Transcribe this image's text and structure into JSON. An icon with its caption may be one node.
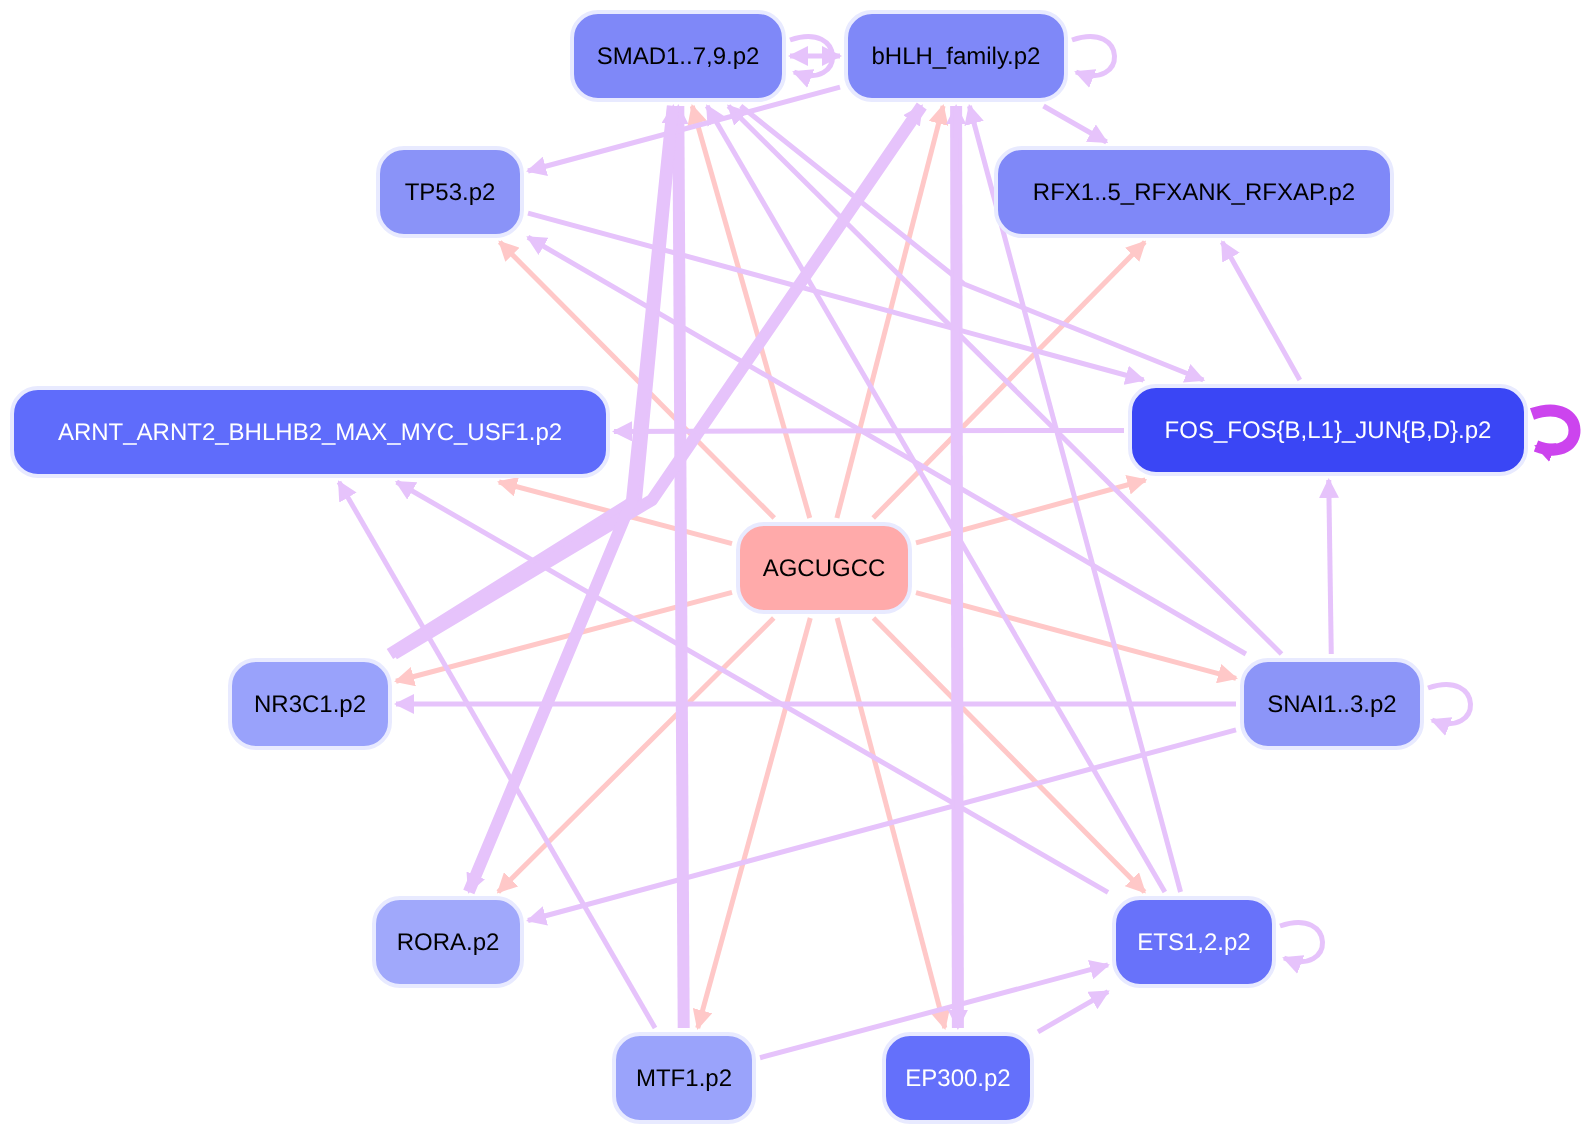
{
  "diagram": {
    "nodes": [
      {
        "text": [
          "AGCUGCC"
        ]
      },
      {
        "text": [
          "SMAD1..7,9.p2"
        ]
      },
      {
        "text": [
          "bHLH_family.p2"
        ]
      },
      {
        "text": [
          "TP53.p2"
        ]
      },
      {
        "text": [
          "RFX1..5_RFXANK_RFXAP.p2"
        ]
      },
      {
        "text": [
          "ARNT_ARNT2_BHLHB2_MAX_MYC_USF1.p2"
        ]
      },
      {
        "text": [
          "FOS_FOS{B,L1}_JUN{B,D}.p2"
        ]
      },
      {
        "text": [
          "NR3C1.p2"
        ]
      },
      {
        "text": [
          "SNAI1..3.p2"
        ]
      },
      {
        "text": [
          "RORA.p2"
        ]
      },
      {
        "text": [
          "ETS1,2.p2"
        ]
      },
      {
        "text": [
          "MTF1.p2"
        ]
      },
      {
        "text": [
          "EP300.p2"
        ]
      }
    ],
    "edges": [
      {
        "from": 0,
        "to": 1,
        "arrow": "to",
        "color": "#ffc8c8"
      },
      {
        "from": 0,
        "to": 2,
        "arrow": "to",
        "color": "#ffc8c8"
      },
      {
        "from": 0,
        "to": 3,
        "arrow": "to",
        "color": "#ffc8c8"
      },
      {
        "from": 0,
        "to": 4,
        "arrow": "to",
        "color": "#ffc8c8"
      },
      {
        "from": 0,
        "to": 5,
        "arrow": "to",
        "color": "#ffc8c8"
      },
      {
        "from": 0,
        "to": 6,
        "arrow": "to",
        "color": "#ffc8c8"
      },
      {
        "from": 0,
        "to": 7,
        "arrow": "to",
        "color": "#ffc8c8"
      },
      {
        "from": 0,
        "to": 8,
        "arrow": "to",
        "color": "#ffc8c8"
      },
      {
        "from": 0,
        "to": 9,
        "arrow": "to",
        "color": "#ffc8c8"
      },
      {
        "from": 0,
        "to": 10,
        "arrow": "to",
        "color": "#ffc8c8"
      },
      {
        "from": 0,
        "to": 11,
        "arrow": "to",
        "color": "#ffc8c8"
      },
      {
        "from": 0,
        "to": 12,
        "arrow": "to",
        "color": "#ffc8c8"
      },
      {
        "from": 1,
        "to": 2,
        "arrow": "both"
      },
      {
        "from": 1,
        "to": 1,
        "arrow": "to"
      },
      {
        "from": 2,
        "to": 2,
        "arrow": "to"
      },
      {
        "from": 6,
        "to": 6,
        "arrow": "to",
        "style": "thick",
        "color": "#cc44ee"
      },
      {
        "from": 8,
        "to": 8,
        "arrow": "to"
      },
      {
        "from": 10,
        "to": 10,
        "arrow": "to"
      },
      {
        "from": 8,
        "to": 6,
        "arrow": "to"
      },
      {
        "from": 8,
        "to": 7,
        "arrow": "to"
      },
      {
        "from": 8,
        "to": 9,
        "arrow": "to"
      },
      {
        "from": 8,
        "to": 1,
        "arrow": "to"
      },
      {
        "from": 8,
        "to": 3,
        "arrow": "to"
      },
      {
        "from": 12,
        "to": 10,
        "arrow": "to"
      },
      {
        "from": 11,
        "to": 10,
        "arrow": "to"
      },
      {
        "from": 11,
        "to": 1,
        "arrow": "to",
        "style": "thick"
      },
      {
        "from": 11,
        "to": 5,
        "arrow": "to"
      },
      {
        "from": 12,
        "to": 2,
        "arrow": "to",
        "style": "thick"
      },
      {
        "from": 10,
        "to": 1,
        "arrow": "to"
      },
      {
        "from": 10,
        "to": 2,
        "arrow": "to"
      },
      {
        "from": 10,
        "to": 5,
        "arrow": "to"
      },
      {
        "from": 7,
        "to": 1,
        "arrow": "to",
        "style": "thick"
      },
      {
        "from": 7,
        "to": 2,
        "arrow": "to",
        "style": "thick"
      },
      {
        "from": 2,
        "to": 3,
        "arrow": "to"
      },
      {
        "from": 1,
        "to": 6,
        "arrow": "to"
      },
      {
        "from": 3,
        "to": 6,
        "arrow": "to"
      },
      {
        "from": 1,
        "to": 9,
        "arrow": "to",
        "style": "thick"
      },
      {
        "from": 2,
        "to": 4,
        "arrow": "to"
      },
      {
        "from": 6,
        "to": 4,
        "arrow": "to"
      },
      {
        "from": 6,
        "to": 5,
        "arrow": "to"
      },
      {
        "from": 2,
        "to": 12,
        "arrow": "to"
      }
    ]
  }
}
